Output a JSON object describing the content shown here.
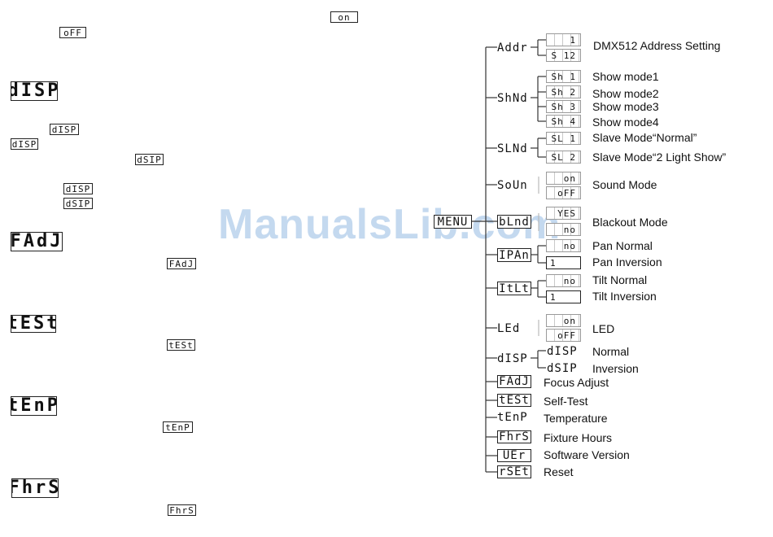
{
  "watermark": "ManualsLib.com",
  "left_column": {
    "off_chip": "oFF",
    "on_chip": "on",
    "disp_big": "dISP",
    "disp_chip1": "dISP",
    "disp_chip2": "dISP",
    "dsip_chip1": "dSIP",
    "disp_chip3": "dISP",
    "dsip_chip2": "dSIP",
    "fadj_big": "FAdJ",
    "fadj_chip": "FAdJ",
    "test_big": "tESt",
    "test_chip": "tESt",
    "temp_big": "tEnP",
    "temp_chip": "tEnP",
    "fhrs_big": "FhrS",
    "fhrs_chip": "FhrS"
  },
  "menu_tree": {
    "root": "MENU",
    "addr": {
      "code": "Addr",
      "values": [
        "1",
        "S 12"
      ],
      "label": "DMX512 Address Setting"
    },
    "shnd": {
      "code": "ShNd",
      "values": [
        "Sh  1",
        "Sh  2",
        "Sh  3",
        "Sh  4"
      ],
      "labels": [
        "Show mode1",
        "Show mode2",
        "Show mode3",
        "Show mode4"
      ]
    },
    "slnd": {
      "code": "SLNd",
      "values": [
        "SL  1",
        "SL  2"
      ],
      "labels": [
        "Slave Mode“Normal”",
        "Slave Mode“2 Light Show”"
      ]
    },
    "soun": {
      "code": "SoUn",
      "values": [
        "on",
        "oFF"
      ],
      "label": "Sound Mode"
    },
    "blackout": {
      "code": "bLnd",
      "values": [
        "YES",
        "no"
      ],
      "label": "Blackout Mode"
    },
    "pan": {
      "code": "IPAn",
      "values": [
        "no",
        "1"
      ],
      "labels": [
        "Pan Normal",
        "Pan Inversion"
      ]
    },
    "tilt": {
      "code": "ItLt",
      "values": [
        "no",
        "1"
      ],
      "labels": [
        "Tilt Normal",
        "Tilt Inversion"
      ]
    },
    "led": {
      "code": "LEd",
      "values": [
        "on",
        "oFF"
      ],
      "label": "LED"
    },
    "disp": {
      "code": "dISP",
      "values": [
        "dISP",
        "dSIP"
      ],
      "labels": [
        "Normal",
        "Inversion"
      ]
    },
    "fadj": {
      "code": "FAdJ",
      "label": "Focus Adjust"
    },
    "test": {
      "code": "tESt",
      "label": "Self-Test"
    },
    "temp": {
      "code": "tEnP",
      "label": "Temperature"
    },
    "fhrs": {
      "code": "FhrS",
      "label": "Fixture Hours"
    },
    "ver": {
      "code": "UEr",
      "label": "Software Version"
    },
    "rset": {
      "code": "rSEt",
      "label": "Reset"
    }
  }
}
